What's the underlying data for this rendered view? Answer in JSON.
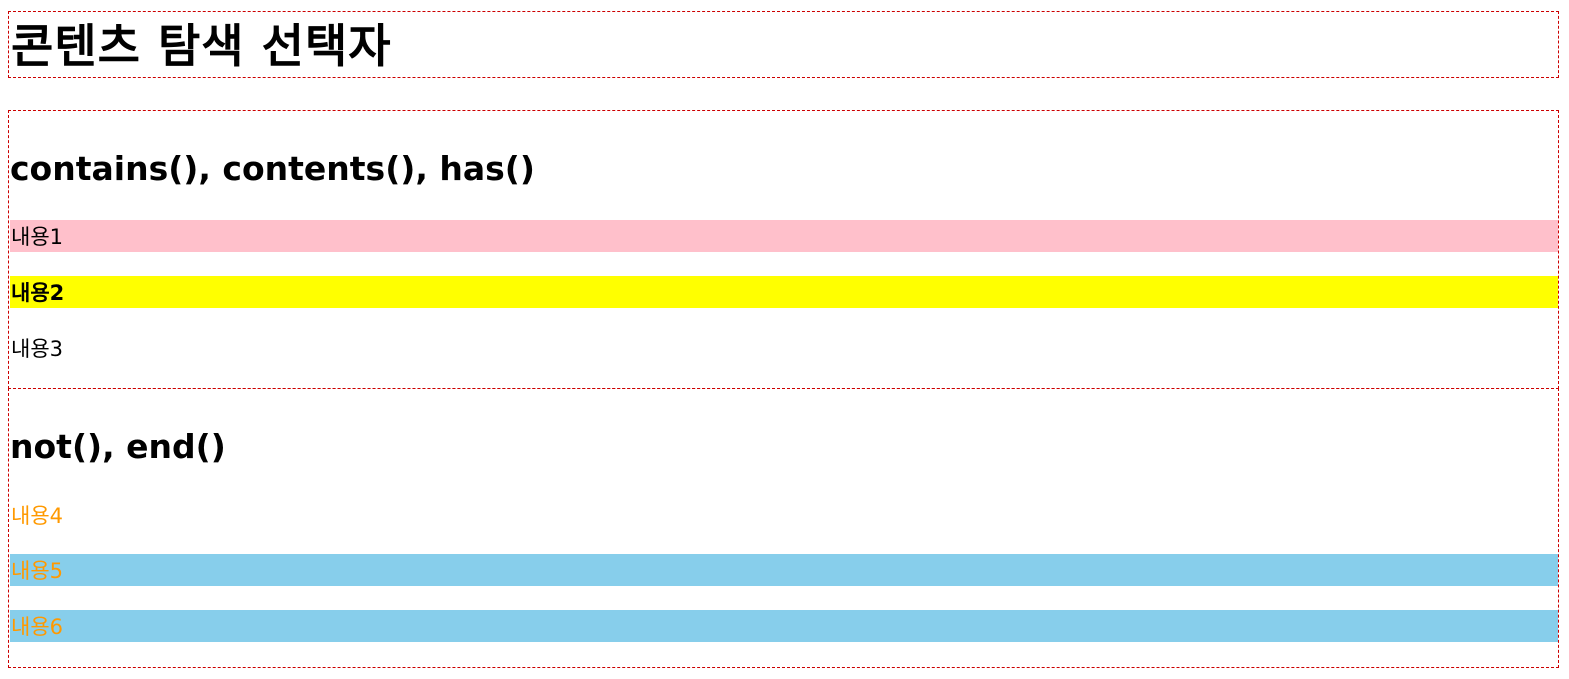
{
  "header": {
    "title": "콘텐츠 탐색 선택자"
  },
  "section_a": {
    "title": "contains(), contents(), has()",
    "items": [
      {
        "label": "내용1",
        "highlight": "#ffc0cb"
      },
      {
        "label": "내용2",
        "highlight": "#ffff00"
      },
      {
        "label": "내용3",
        "highlight": "none"
      }
    ]
  },
  "section_b": {
    "title": "not(), end()",
    "text_color": "#ff9900",
    "items": [
      {
        "label": "내용4",
        "highlight": "none"
      },
      {
        "label": "내용5",
        "highlight": "#87ceeb"
      },
      {
        "label": "내용6",
        "highlight": "#87ceeb"
      }
    ]
  },
  "colors": {
    "border": "#cc0000"
  }
}
